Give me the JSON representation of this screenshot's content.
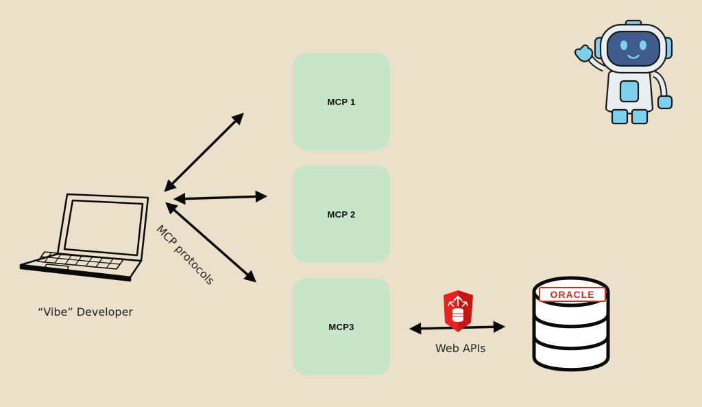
{
  "diagram": {
    "mcp_boxes": [
      {
        "label": "MCP 1"
      },
      {
        "label": "MCP 2"
      },
      {
        "label": "MCP3"
      }
    ],
    "developer_label": "“Vibe” Developer",
    "protocol_label": "MCP protocols",
    "api_label": "Web APIs",
    "database_brand": "ORACLE"
  },
  "colors": {
    "background": "#EBE1CB",
    "box_fill": "#C9E5C9",
    "oracle_red": "#E1251B",
    "shield_red": "#E8231F",
    "robot_blue": "#7FD0EE"
  },
  "icons": {
    "developer": "laptop-icon",
    "api_gateway": "api-shield-icon",
    "database": "database-icon",
    "assistant": "robot-icon"
  }
}
